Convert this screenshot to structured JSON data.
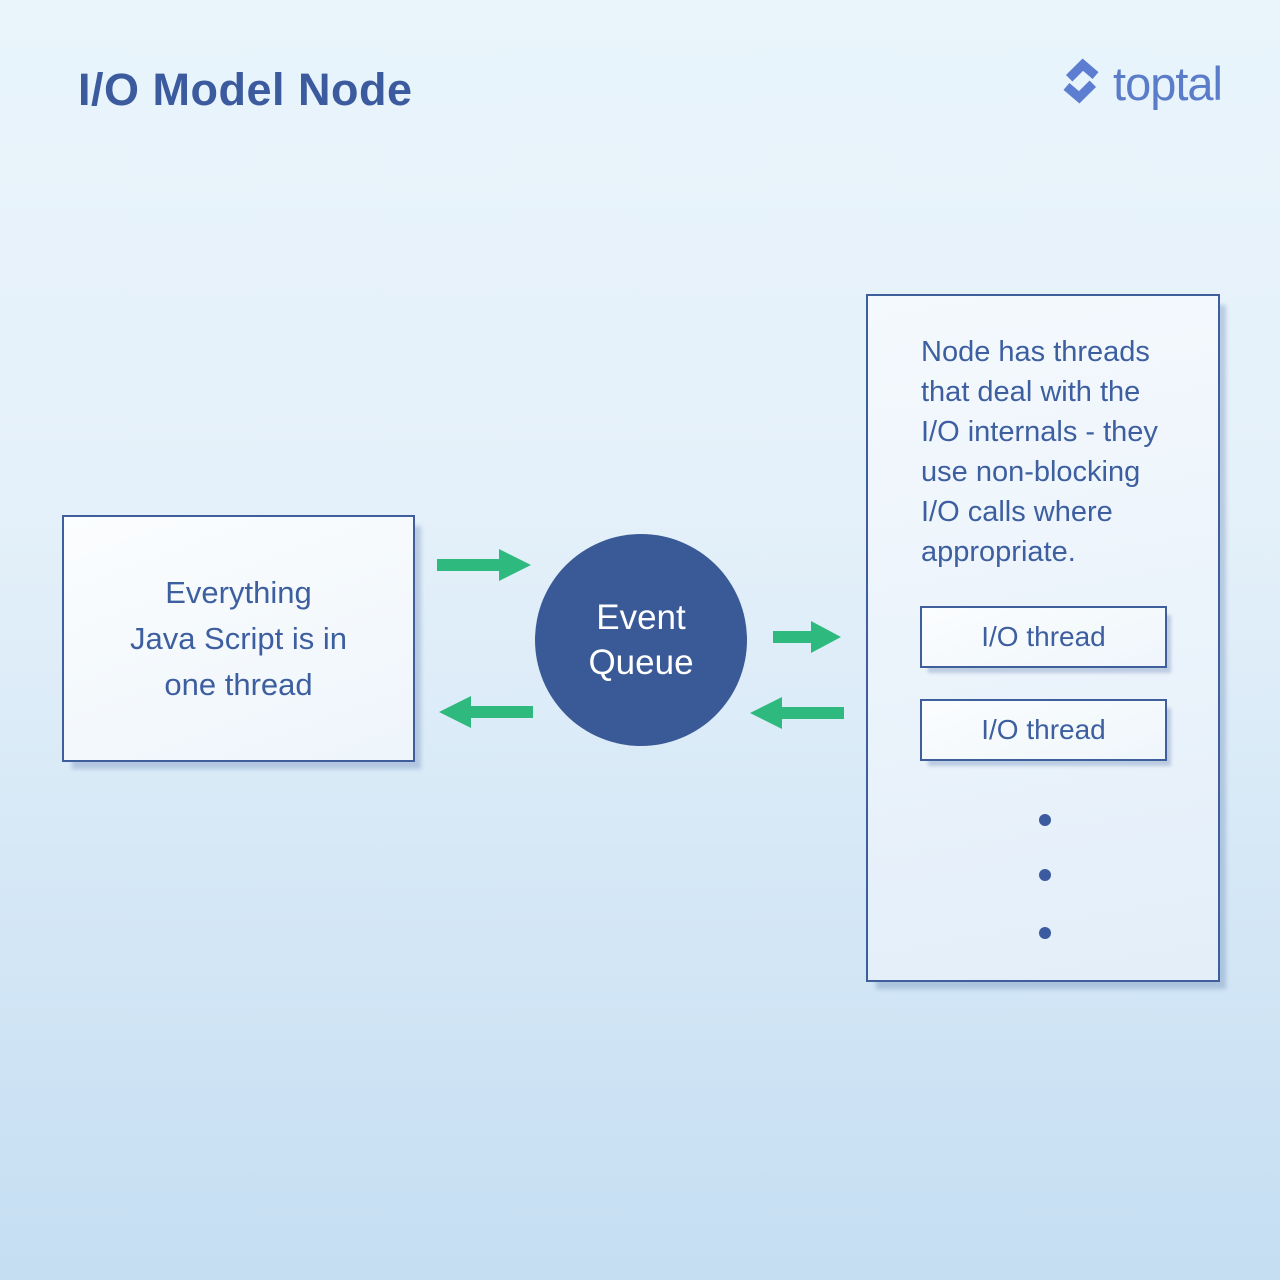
{
  "header": {
    "title": "I/O Model Node"
  },
  "brand": {
    "name": "toptal",
    "logo_icon": "toptal-chevrons-icon"
  },
  "diagram": {
    "js_thread_box": "Everything\nJava Script is in\none thread",
    "event_queue": "Event\nQueue",
    "right_panel": {
      "description": "Node has threads\nthat deal with the\nI/O internals - they\nuse non-blocking\nI/O calls where\nappropriate.",
      "io_threads": [
        "I/O thread",
        "I/O thread"
      ],
      "ellipsis_dots": 3
    }
  },
  "colors": {
    "background_top": "#e9f4fb",
    "background_bottom": "#c5def2",
    "primary_blue": "#3a5a97",
    "text_blue": "#3d5fa0",
    "border_blue": "#3e5e9c",
    "arrow_green": "#2eba7e",
    "logo_blue": "#5b7cc9"
  }
}
